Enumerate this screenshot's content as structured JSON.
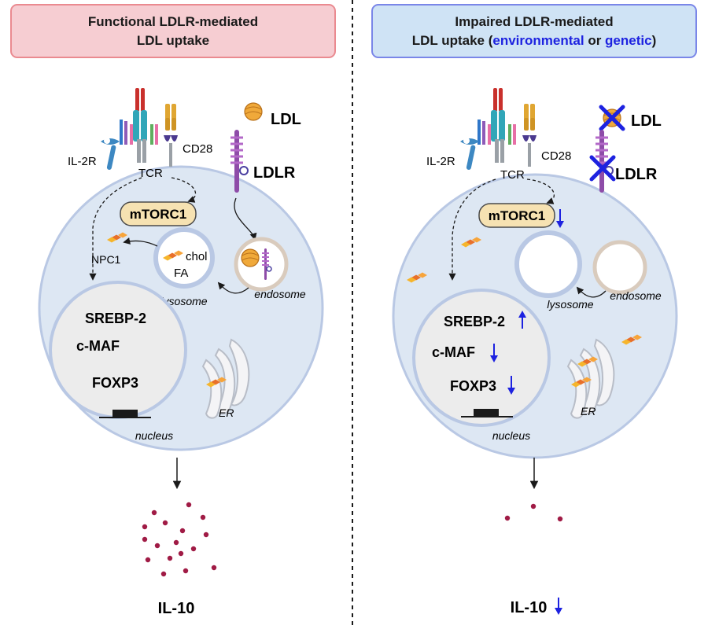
{
  "left_panel": {
    "header": {
      "line1": "Functional LDLR-mediated",
      "line2": "LDL uptake"
    },
    "receptors": {
      "il2r": "IL-2R",
      "tcr": "TCR",
      "cd28": "CD28",
      "ldl": "LDL",
      "ldlr": "LDLR"
    },
    "organelles": {
      "mtorc1": "mTORC1",
      "npc1": "NPC1",
      "chol": "chol",
      "fa": "FA",
      "lysosome": "lysosome",
      "endosome": "endosome",
      "er": "ER",
      "nucleus": "nucleus"
    },
    "transcription_factors": [
      "SREBP-2",
      "c-MAF",
      "FOXP3"
    ],
    "output": "IL-10"
  },
  "right_panel": {
    "header": {
      "line1": "Impaired LDLR-mediated",
      "line2_prefix": "LDL uptake (",
      "environmental": "environmental",
      "or": " or ",
      "genetic": "genetic",
      "line2_suffix": ")"
    },
    "receptors": {
      "il2r": "IL-2R",
      "tcr": "TCR",
      "cd28": "CD28",
      "ldl": "LDL",
      "ldlr": "LDLR"
    },
    "organelles": {
      "mtorc1": "mTORC1",
      "lysosome": "lysosome",
      "endosome": "endosome",
      "er": "ER",
      "nucleus": "nucleus"
    },
    "transcription_factors": [
      "SREBP-2",
      "c-MAF",
      "FOXP3"
    ],
    "output": "IL-10"
  },
  "colors": {
    "left_header_bg": "#f6cdd2",
    "right_header_bg": "#cfe3f5",
    "highlight_blue": "#1d22e0",
    "cell_fill": "#dde7f3",
    "cell_stroke": "#b9c8e4",
    "mtorc1_fill": "#f6e2b2",
    "cholesterol": "#f08a24",
    "il10_dot": "#a01b45"
  }
}
